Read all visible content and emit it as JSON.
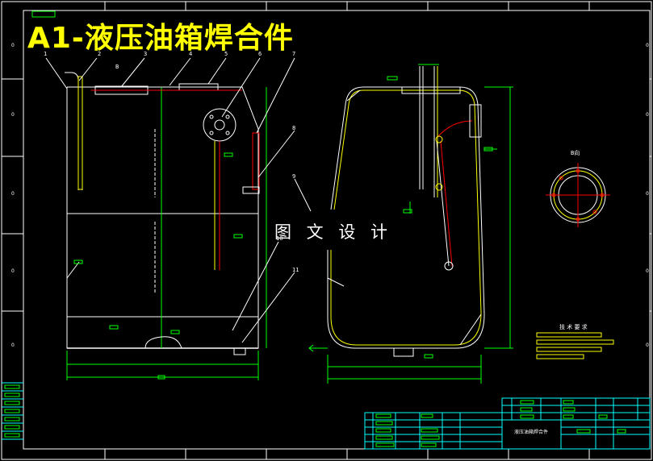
{
  "drawing": {
    "title": "A1-液压油箱焊合件",
    "watermark": "图 文 设 计",
    "callouts": [
      "1",
      "2",
      "3",
      "4",
      "5",
      "6",
      "7",
      "8",
      "9",
      "10",
      "11"
    ],
    "section_label": "B",
    "view_label": "B向",
    "tech_requirements_title": "技 术 要 求",
    "title_block_name": "液压油箱焊合件"
  },
  "colors": {
    "background": "#000000",
    "outline": "#ffffff",
    "dimension": "#00ff00",
    "hidden": "#ff0000",
    "frame": "#00ffff",
    "highlight": "#ffff00"
  }
}
